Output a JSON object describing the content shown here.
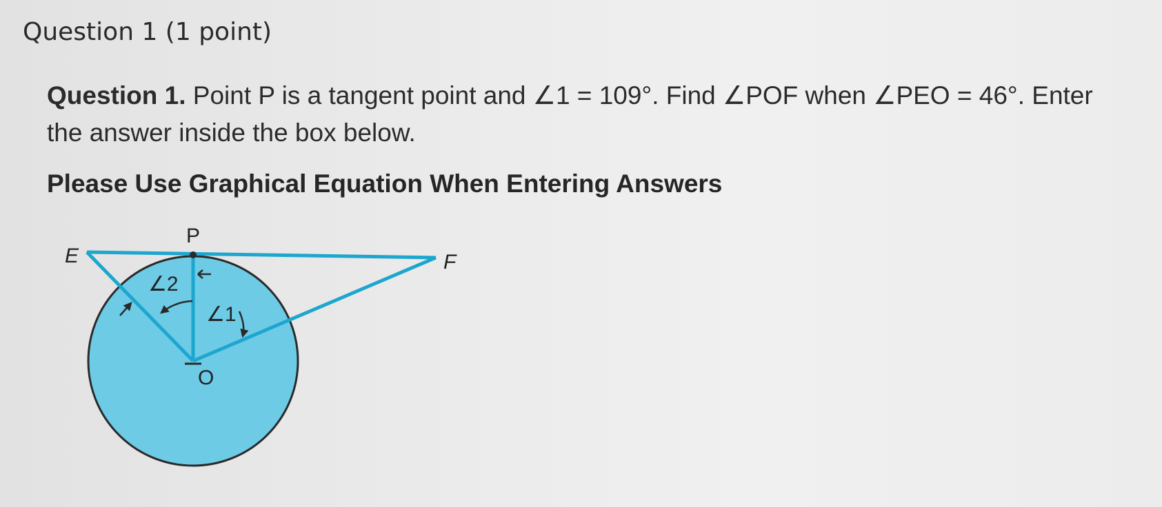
{
  "header": {
    "title": "Question 1 (1 point)"
  },
  "question": {
    "label": "Question 1.",
    "text": " Point P is a tangent point and ∠1 = 109°. Find ∠POF when ∠PEO = 46°. Enter the answer inside the box below."
  },
  "instruction": "Please Use Graphical Equation When Entering Answers",
  "diagram": {
    "labels": {
      "p": "P",
      "e": "E",
      "f": "F",
      "o": "O",
      "angle1": "∠1",
      "angle2": "∠2"
    },
    "colors": {
      "circle_fill": "#6dcbe6",
      "line": "#1da6cf",
      "outline": "#2a2a2a"
    }
  }
}
